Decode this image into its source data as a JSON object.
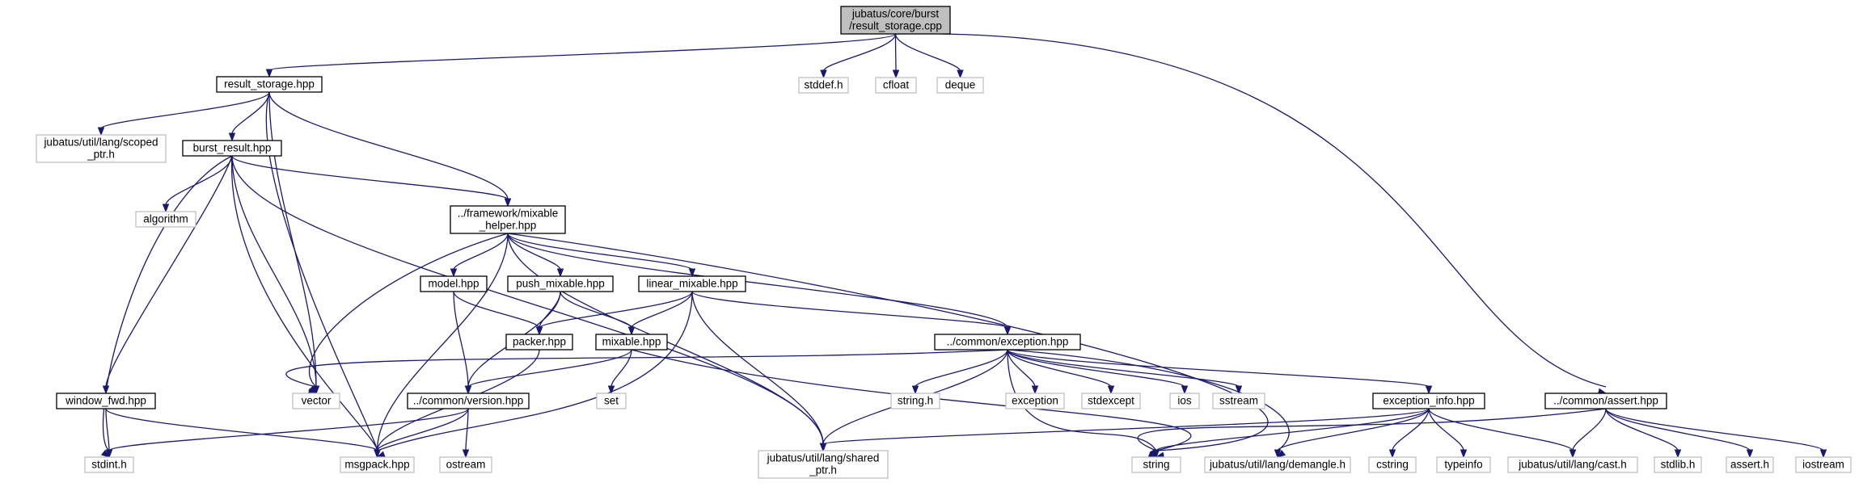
{
  "diagram": {
    "type": "include-dependency-graph",
    "colors": {
      "edge": "#191970",
      "root_fill": "#bfbfbf",
      "local_border": "#000000",
      "external_border": "#bfbfbf"
    },
    "nodes": [
      {
        "id": "root",
        "kind": "root",
        "lines": [
          "jubatus/core/burst",
          "/result_storage.cpp"
        ]
      },
      {
        "id": "result_storage_hpp",
        "kind": "local",
        "lines": [
          "result_storage.hpp"
        ]
      },
      {
        "id": "stddef_h",
        "kind": "external",
        "lines": [
          "stddef.h"
        ]
      },
      {
        "id": "cfloat",
        "kind": "external",
        "lines": [
          "cfloat"
        ]
      },
      {
        "id": "deque",
        "kind": "external",
        "lines": [
          "deque"
        ]
      },
      {
        "id": "scoped_ptr_h",
        "kind": "external",
        "lines": [
          "jubatus/util/lang/scoped",
          "_ptr.h"
        ]
      },
      {
        "id": "burst_result_hpp",
        "kind": "local",
        "lines": [
          "burst_result.hpp"
        ]
      },
      {
        "id": "algorithm",
        "kind": "external",
        "lines": [
          "algorithm"
        ]
      },
      {
        "id": "mixable_helper_hpp",
        "kind": "local",
        "lines": [
          "../framework/mixable",
          "_helper.hpp"
        ]
      },
      {
        "id": "model_hpp",
        "kind": "local",
        "lines": [
          "model.hpp"
        ]
      },
      {
        "id": "push_mixable_hpp",
        "kind": "local",
        "lines": [
          "push_mixable.hpp"
        ]
      },
      {
        "id": "linear_mixable_hpp",
        "kind": "local",
        "lines": [
          "linear_mixable.hpp"
        ]
      },
      {
        "id": "packer_hpp",
        "kind": "local",
        "lines": [
          "packer.hpp"
        ]
      },
      {
        "id": "mixable_hpp",
        "kind": "local",
        "lines": [
          "mixable.hpp"
        ]
      },
      {
        "id": "exception_hpp",
        "kind": "local",
        "lines": [
          "../common/exception.hpp"
        ]
      },
      {
        "id": "vector",
        "kind": "external",
        "lines": [
          "vector"
        ]
      },
      {
        "id": "set",
        "kind": "external",
        "lines": [
          "set"
        ]
      },
      {
        "id": "string_h",
        "kind": "external",
        "lines": [
          "string.h"
        ]
      },
      {
        "id": "exception",
        "kind": "external",
        "lines": [
          "exception"
        ]
      },
      {
        "id": "stdexcept",
        "kind": "external",
        "lines": [
          "stdexcept"
        ]
      },
      {
        "id": "ios",
        "kind": "external",
        "lines": [
          "ios"
        ]
      },
      {
        "id": "sstream",
        "kind": "external",
        "lines": [
          "sstream"
        ]
      },
      {
        "id": "exception_info_hpp",
        "kind": "local",
        "lines": [
          "exception_info.hpp"
        ]
      },
      {
        "id": "assert_hpp",
        "kind": "local",
        "lines": [
          "../common/assert.hpp"
        ]
      },
      {
        "id": "window_fwd_hpp",
        "kind": "local",
        "lines": [
          "window_fwd.hpp"
        ]
      },
      {
        "id": "version_hpp",
        "kind": "local",
        "lines": [
          "../common/version.hpp"
        ]
      },
      {
        "id": "stdint_h",
        "kind": "external",
        "lines": [
          "stdint.h"
        ]
      },
      {
        "id": "msgpack_hpp",
        "kind": "external",
        "lines": [
          "msgpack.hpp"
        ]
      },
      {
        "id": "ostream",
        "kind": "external",
        "lines": [
          "ostream"
        ]
      },
      {
        "id": "shared_ptr_h",
        "kind": "external",
        "lines": [
          "jubatus/util/lang/shared",
          "_ptr.h"
        ]
      },
      {
        "id": "string",
        "kind": "external",
        "lines": [
          "string"
        ]
      },
      {
        "id": "demangle_h",
        "kind": "external",
        "lines": [
          "jubatus/util/lang/demangle.h"
        ]
      },
      {
        "id": "cstring",
        "kind": "external",
        "lines": [
          "cstring"
        ]
      },
      {
        "id": "typeinfo",
        "kind": "external",
        "lines": [
          "typeinfo"
        ]
      },
      {
        "id": "cast_h",
        "kind": "external",
        "lines": [
          "jubatus/util/lang/cast.h"
        ]
      },
      {
        "id": "stdlib_h",
        "kind": "external",
        "lines": [
          "stdlib.h"
        ]
      },
      {
        "id": "assert_h",
        "kind": "external",
        "lines": [
          "assert.h"
        ]
      },
      {
        "id": "iostream",
        "kind": "external",
        "lines": [
          "iostream"
        ]
      }
    ],
    "edges": [
      [
        "root",
        "result_storage_hpp"
      ],
      [
        "root",
        "stddef_h"
      ],
      [
        "root",
        "cfloat"
      ],
      [
        "root",
        "deque"
      ],
      [
        "root",
        "assert_hpp"
      ],
      [
        "result_storage_hpp",
        "scoped_ptr_h"
      ],
      [
        "result_storage_hpp",
        "burst_result_hpp"
      ],
      [
        "result_storage_hpp",
        "mixable_helper_hpp"
      ],
      [
        "result_storage_hpp",
        "vector"
      ],
      [
        "result_storage_hpp",
        "msgpack_hpp"
      ],
      [
        "burst_result_hpp",
        "algorithm"
      ],
      [
        "burst_result_hpp",
        "mixable_helper_hpp"
      ],
      [
        "burst_result_hpp",
        "window_fwd_hpp"
      ],
      [
        "burst_result_hpp",
        "vector"
      ],
      [
        "burst_result_hpp",
        "stdint_h"
      ],
      [
        "burst_result_hpp",
        "msgpack_hpp"
      ],
      [
        "burst_result_hpp",
        "shared_ptr_h"
      ],
      [
        "mixable_helper_hpp",
        "model_hpp"
      ],
      [
        "mixable_helper_hpp",
        "push_mixable_hpp"
      ],
      [
        "mixable_helper_hpp",
        "linear_mixable_hpp"
      ],
      [
        "mixable_helper_hpp",
        "exception_hpp"
      ],
      [
        "mixable_helper_hpp",
        "vector"
      ],
      [
        "mixable_helper_hpp",
        "msgpack_hpp"
      ],
      [
        "mixable_helper_hpp",
        "shared_ptr_h"
      ],
      [
        "mixable_helper_hpp",
        "string"
      ],
      [
        "model_hpp",
        "packer_hpp"
      ],
      [
        "model_hpp",
        "version_hpp"
      ],
      [
        "push_mixable_hpp",
        "packer_hpp"
      ],
      [
        "push_mixable_hpp",
        "mixable_hpp"
      ],
      [
        "push_mixable_hpp",
        "version_hpp"
      ],
      [
        "linear_mixable_hpp",
        "packer_hpp"
      ],
      [
        "linear_mixable_hpp",
        "mixable_hpp"
      ],
      [
        "linear_mixable_hpp",
        "exception_hpp"
      ],
      [
        "linear_mixable_hpp",
        "msgpack_hpp"
      ],
      [
        "linear_mixable_hpp",
        "shared_ptr_h"
      ],
      [
        "packer_hpp",
        "msgpack_hpp"
      ],
      [
        "mixable_hpp",
        "set"
      ],
      [
        "mixable_hpp",
        "version_hpp"
      ],
      [
        "mixable_hpp",
        "string"
      ],
      [
        "exception_hpp",
        "vector"
      ],
      [
        "exception_hpp",
        "string_h"
      ],
      [
        "exception_hpp",
        "exception"
      ],
      [
        "exception_hpp",
        "stdexcept"
      ],
      [
        "exception_hpp",
        "ios"
      ],
      [
        "exception_hpp",
        "sstream"
      ],
      [
        "exception_hpp",
        "exception_info_hpp"
      ],
      [
        "exception_hpp",
        "shared_ptr_h"
      ],
      [
        "exception_hpp",
        "string"
      ],
      [
        "exception_hpp",
        "demangle_h"
      ],
      [
        "exception_info_hpp",
        "shared_ptr_h"
      ],
      [
        "exception_info_hpp",
        "string"
      ],
      [
        "exception_info_hpp",
        "demangle_h"
      ],
      [
        "exception_info_hpp",
        "cstring"
      ],
      [
        "exception_info_hpp",
        "typeinfo"
      ],
      [
        "exception_info_hpp",
        "cast_h"
      ],
      [
        "assert_hpp",
        "string"
      ],
      [
        "assert_hpp",
        "cast_h"
      ],
      [
        "assert_hpp",
        "stdlib_h"
      ],
      [
        "assert_hpp",
        "assert_h"
      ],
      [
        "assert_hpp",
        "iostream"
      ],
      [
        "window_fwd_hpp",
        "stdint_h"
      ],
      [
        "window_fwd_hpp",
        "msgpack_hpp"
      ],
      [
        "version_hpp",
        "stdint_h"
      ],
      [
        "version_hpp",
        "msgpack_hpp"
      ],
      [
        "version_hpp",
        "ostream"
      ]
    ]
  }
}
